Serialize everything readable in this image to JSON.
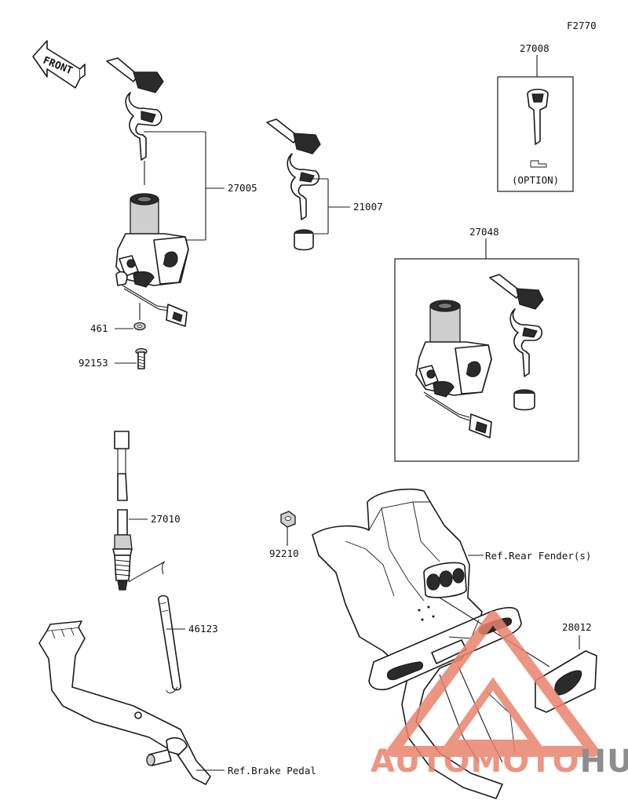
{
  "diagram": {
    "code": "F2770",
    "front_label": "FRONT",
    "option_label": "(OPTION)",
    "parts": [
      {
        "id": "27008"
      },
      {
        "id": "27005"
      },
      {
        "id": "21007"
      },
      {
        "id": "27048"
      },
      {
        "id": "461"
      },
      {
        "id": "92153"
      },
      {
        "id": "27010"
      },
      {
        "id": "92210"
      },
      {
        "id": "46123"
      },
      {
        "id": "28012"
      }
    ],
    "references": [
      {
        "text": "Ref.Rear Fender(s)"
      },
      {
        "text": "Ref.Brake Pedal"
      }
    ]
  },
  "watermark": {
    "part1": "AUTOMOTO",
    "part2": "HUB",
    "color_primary": "#e8836d",
    "color_secondary": "#7a7a7a"
  }
}
